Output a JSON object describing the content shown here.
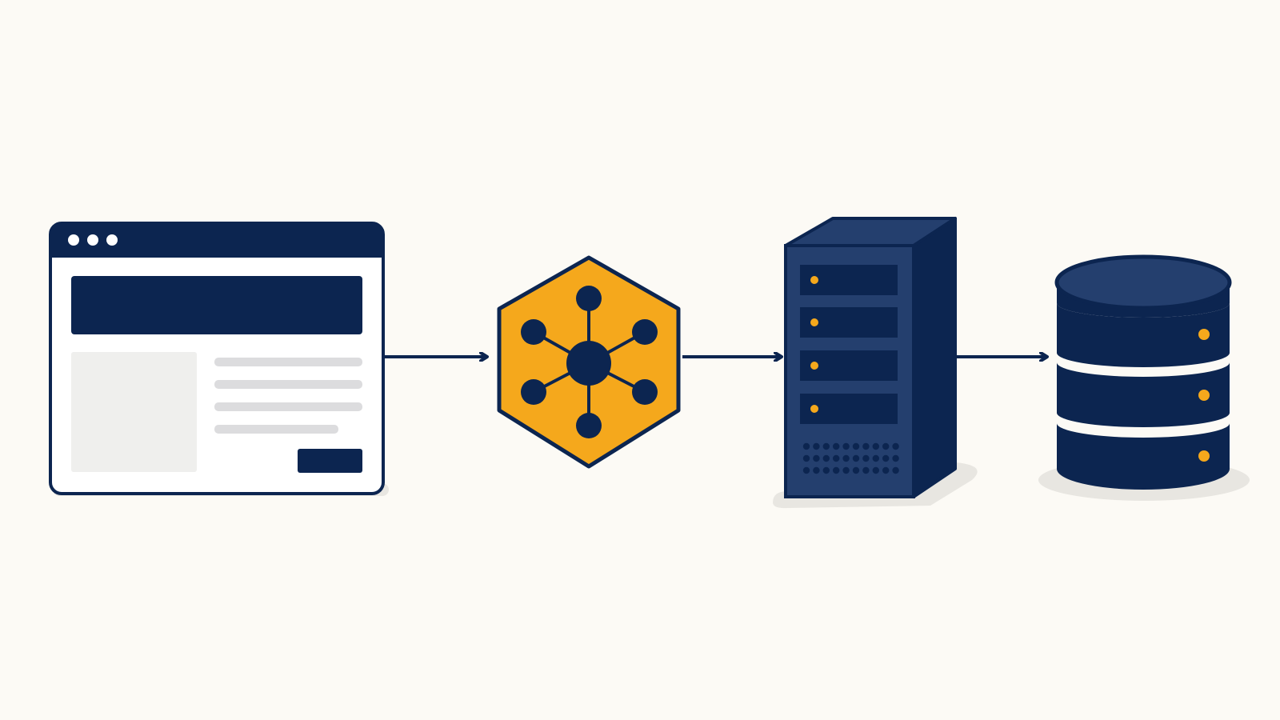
{
  "diagram": {
    "nodes": [
      {
        "id": "browser",
        "icon": "browser-window-icon"
      },
      {
        "id": "hub",
        "icon": "hexagon-network-hub-icon"
      },
      {
        "id": "server",
        "icon": "server-tower-icon"
      },
      {
        "id": "database",
        "icon": "database-cylinder-icon"
      }
    ],
    "edges": [
      {
        "from": "browser",
        "to": "hub"
      },
      {
        "from": "hub",
        "to": "server"
      },
      {
        "from": "server",
        "to": "database"
      }
    ]
  },
  "colors": {
    "background": "#fcfaf5",
    "navy": "#0c2550",
    "navy_light": "#243f6e",
    "amber": "#f5a81c",
    "panel_white": "#ffffff",
    "placeholder_gray": "#efefed",
    "text_line_gray": "#dcdcde",
    "shadow": "#e8e6e1"
  }
}
